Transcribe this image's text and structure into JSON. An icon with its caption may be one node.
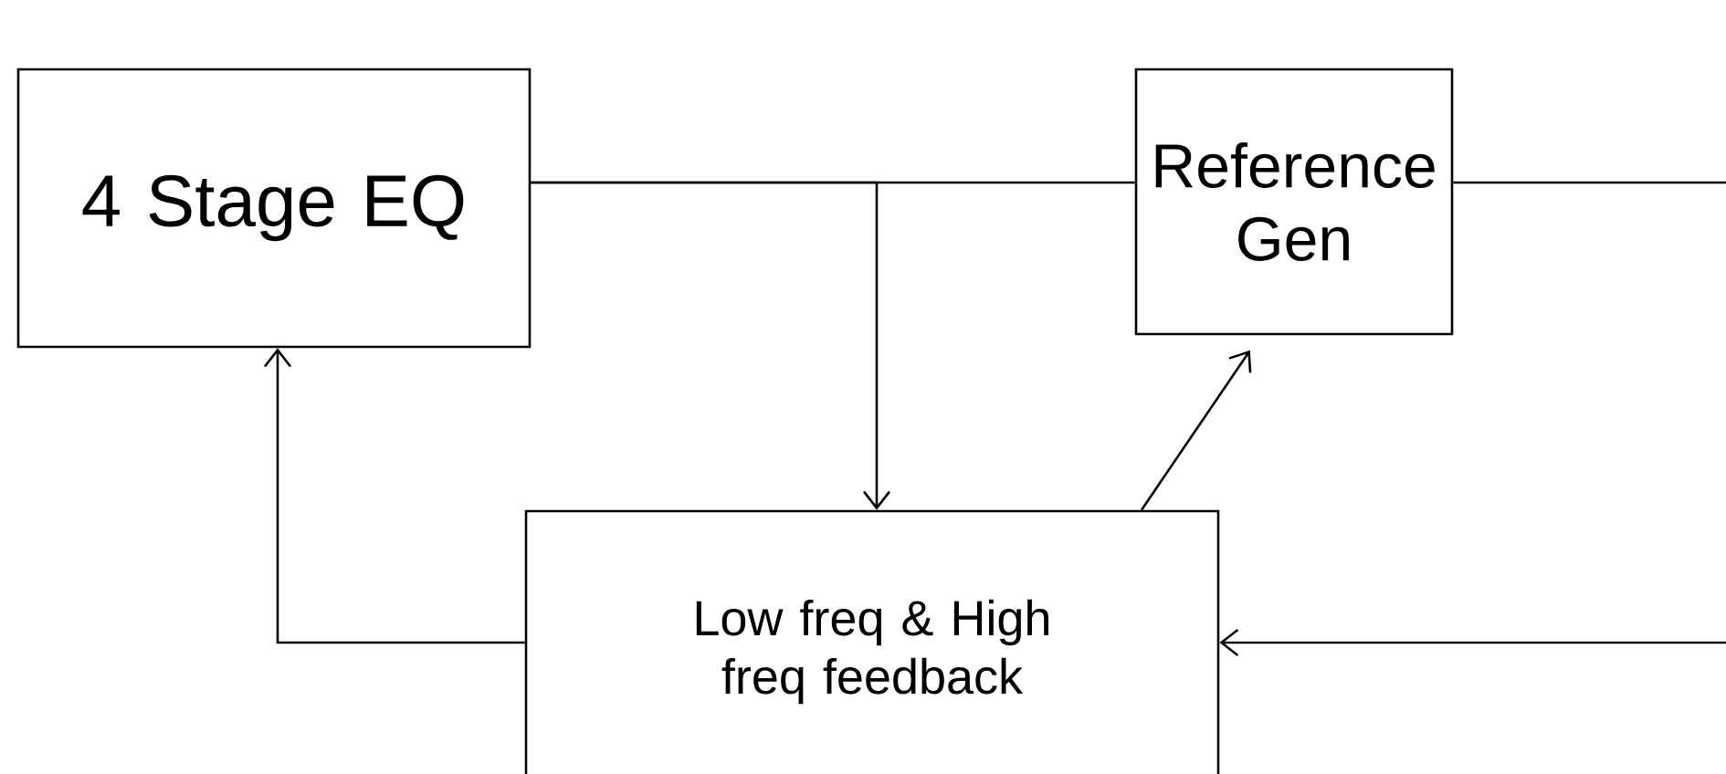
{
  "diagram": {
    "nodes": [
      {
        "text": [
          "4 Stage EQ"
        ]
      },
      {
        "text": [
          "Reference Gen"
        ]
      },
      {
        "text": [
          "Low freq & High freq feedback"
        ]
      }
    ],
    "edges": [
      {
        "from": 0,
        "to": 1,
        "arrow": "none"
      },
      {
        "from": 0,
        "to": 2,
        "arrow": "to"
      },
      {
        "from": 1,
        "to": null,
        "arrow": "none"
      },
      {
        "from": 2,
        "to": 1,
        "arrow": "to"
      },
      {
        "from": 2,
        "to": 0,
        "arrow": "to"
      },
      {
        "from": null,
        "to": 2,
        "arrow": "to"
      }
    ]
  }
}
